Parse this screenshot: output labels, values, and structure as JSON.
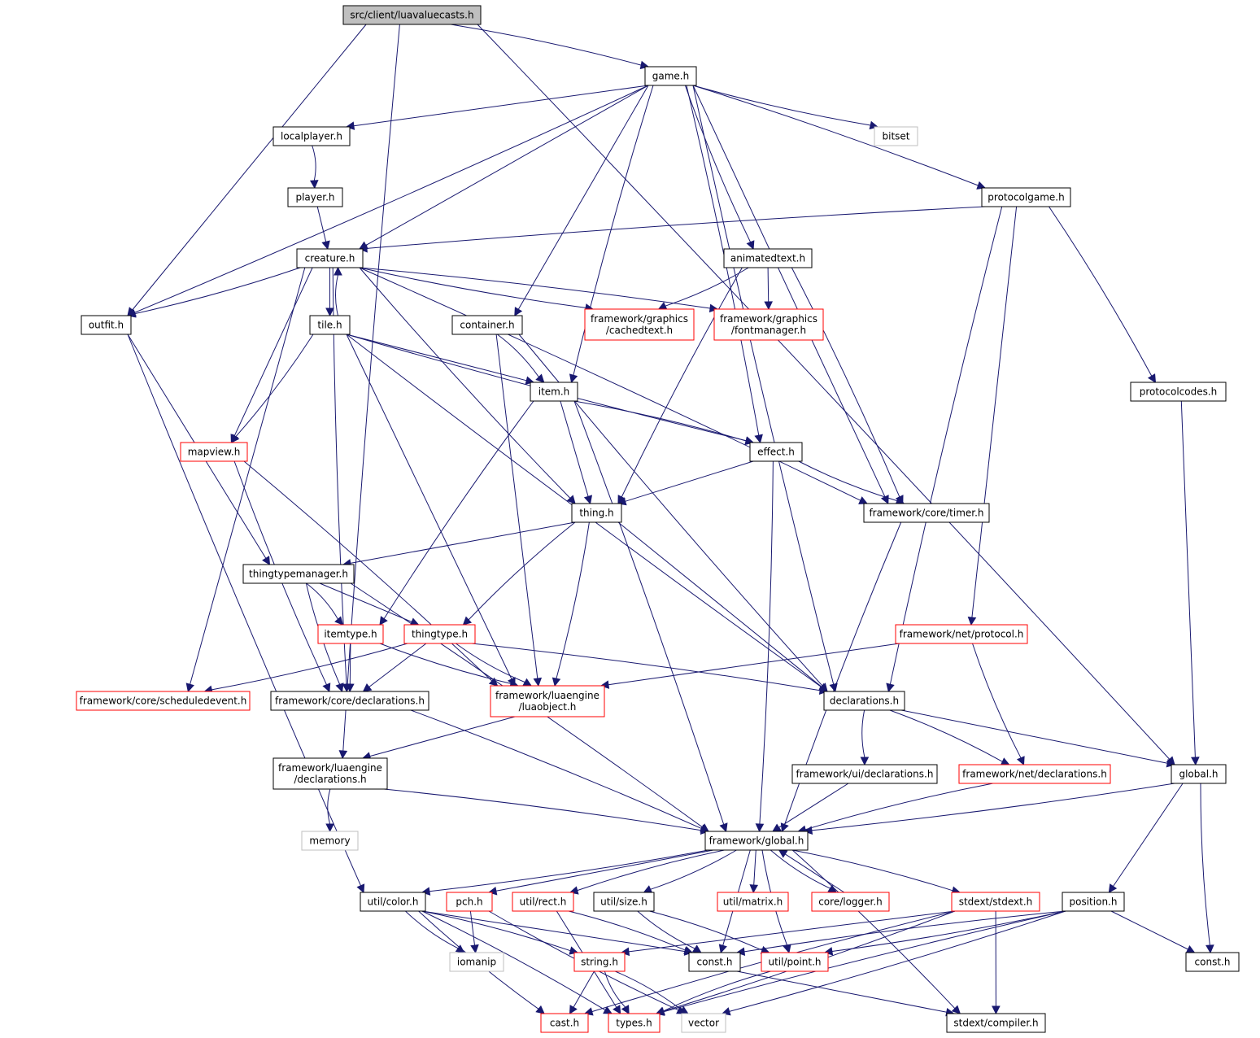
{
  "colors": {
    "edge": "#191970",
    "node_border_normal": "#000000",
    "node_border_truncated": "#ff0000",
    "node_border_system": "#bfbfbf",
    "node_fill_root": "#bfbfbf",
    "node_fill": "#ffffff",
    "system_text": "#000000"
  },
  "nodes": [
    {
      "id": "luavaluecasts",
      "label": [
        "src/client/luavaluecasts.h"
      ],
      "kind": "root"
    },
    {
      "id": "game",
      "label": [
        "game.h"
      ],
      "kind": "normal"
    },
    {
      "id": "localplayer",
      "label": [
        "localplayer.h"
      ],
      "kind": "normal"
    },
    {
      "id": "bitset",
      "label": [
        "bitset"
      ],
      "kind": "system"
    },
    {
      "id": "player",
      "label": [
        "player.h"
      ],
      "kind": "normal"
    },
    {
      "id": "protocolgame",
      "label": [
        "protocolgame.h"
      ],
      "kind": "normal"
    },
    {
      "id": "creature",
      "label": [
        "creature.h"
      ],
      "kind": "normal"
    },
    {
      "id": "animatedtext",
      "label": [
        "animatedtext.h"
      ],
      "kind": "normal"
    },
    {
      "id": "outfit",
      "label": [
        "outfit.h"
      ],
      "kind": "normal"
    },
    {
      "id": "tile",
      "label": [
        "tile.h"
      ],
      "kind": "normal"
    },
    {
      "id": "container",
      "label": [
        "container.h"
      ],
      "kind": "normal"
    },
    {
      "id": "cachedtext",
      "label": [
        "framework/graphics",
        "/cachedtext.h"
      ],
      "kind": "truncated"
    },
    {
      "id": "fontmanager",
      "label": [
        "framework/graphics",
        "/fontmanager.h"
      ],
      "kind": "truncated"
    },
    {
      "id": "item",
      "label": [
        "item.h"
      ],
      "kind": "normal"
    },
    {
      "id": "protocolcodes",
      "label": [
        "protocolcodes.h"
      ],
      "kind": "normal"
    },
    {
      "id": "mapview",
      "label": [
        "mapview.h"
      ],
      "kind": "truncated"
    },
    {
      "id": "effect",
      "label": [
        "effect.h"
      ],
      "kind": "normal"
    },
    {
      "id": "thing",
      "label": [
        "thing.h"
      ],
      "kind": "normal"
    },
    {
      "id": "timer",
      "label": [
        "framework/core/timer.h"
      ],
      "kind": "normal"
    },
    {
      "id": "thingtypemanager",
      "label": [
        "thingtypemanager.h"
      ],
      "kind": "normal"
    },
    {
      "id": "itemtype",
      "label": [
        "itemtype.h"
      ],
      "kind": "truncated"
    },
    {
      "id": "thingtype",
      "label": [
        "thingtype.h"
      ],
      "kind": "truncated"
    },
    {
      "id": "netprotocol",
      "label": [
        "framework/net/protocol.h"
      ],
      "kind": "truncated"
    },
    {
      "id": "scheduledevent",
      "label": [
        "framework/core/scheduledevent.h"
      ],
      "kind": "truncated"
    },
    {
      "id": "coredecl",
      "label": [
        "framework/core/declarations.h"
      ],
      "kind": "normal"
    },
    {
      "id": "luaobject",
      "label": [
        "framework/luaengine",
        "/luaobject.h"
      ],
      "kind": "truncated"
    },
    {
      "id": "declarations",
      "label": [
        "declarations.h"
      ],
      "kind": "normal"
    },
    {
      "id": "luadecl",
      "label": [
        "framework/luaengine",
        "/declarations.h"
      ],
      "kind": "normal"
    },
    {
      "id": "uidecl",
      "label": [
        "framework/ui/declarations.h"
      ],
      "kind": "normal"
    },
    {
      "id": "netdecl",
      "label": [
        "framework/net/declarations.h"
      ],
      "kind": "truncated"
    },
    {
      "id": "global",
      "label": [
        "global.h"
      ],
      "kind": "normal"
    },
    {
      "id": "memory",
      "label": [
        "memory"
      ],
      "kind": "system"
    },
    {
      "id": "fwglobal",
      "label": [
        "framework/global.h"
      ],
      "kind": "normal"
    },
    {
      "id": "color",
      "label": [
        "util/color.h"
      ],
      "kind": "normal"
    },
    {
      "id": "pch",
      "label": [
        "pch.h"
      ],
      "kind": "truncated"
    },
    {
      "id": "rect",
      "label": [
        "util/rect.h"
      ],
      "kind": "truncated"
    },
    {
      "id": "size",
      "label": [
        "util/size.h"
      ],
      "kind": "normal"
    },
    {
      "id": "matrix",
      "label": [
        "util/matrix.h"
      ],
      "kind": "truncated"
    },
    {
      "id": "logger",
      "label": [
        "core/logger.h"
      ],
      "kind": "truncated"
    },
    {
      "id": "stdext",
      "label": [
        "stdext/stdext.h"
      ],
      "kind": "truncated"
    },
    {
      "id": "position",
      "label": [
        "position.h"
      ],
      "kind": "normal"
    },
    {
      "id": "iomanip",
      "label": [
        "iomanip"
      ],
      "kind": "system"
    },
    {
      "id": "string",
      "label": [
        "string.h"
      ],
      "kind": "truncated"
    },
    {
      "id": "const",
      "label": [
        "const.h"
      ],
      "kind": "normal"
    },
    {
      "id": "point",
      "label": [
        "util/point.h"
      ],
      "kind": "truncated"
    },
    {
      "id": "const2",
      "label": [
        "const.h"
      ],
      "kind": "normal"
    },
    {
      "id": "cast",
      "label": [
        "cast.h"
      ],
      "kind": "truncated"
    },
    {
      "id": "types",
      "label": [
        "types.h"
      ],
      "kind": "truncated"
    },
    {
      "id": "vector",
      "label": [
        "vector"
      ],
      "kind": "system"
    },
    {
      "id": "compiler",
      "label": [
        "stdext/compiler.h"
      ],
      "kind": "normal"
    }
  ],
  "edges": [
    [
      "luavaluecasts",
      "game"
    ],
    [
      "luavaluecasts",
      "outfit"
    ],
    [
      "luavaluecasts",
      "luadecl"
    ],
    [
      "luavaluecasts",
      "global"
    ],
    [
      "game",
      "localplayer"
    ],
    [
      "game",
      "bitset"
    ],
    [
      "game",
      "protocolgame"
    ],
    [
      "game",
      "creature"
    ],
    [
      "game",
      "animatedtext"
    ],
    [
      "game",
      "outfit"
    ],
    [
      "game",
      "container"
    ],
    [
      "game",
      "item"
    ],
    [
      "game",
      "effect"
    ],
    [
      "game",
      "timer"
    ],
    [
      "game",
      "declarations"
    ],
    [
      "localplayer",
      "player"
    ],
    [
      "player",
      "creature"
    ],
    [
      "protocolgame",
      "creature"
    ],
    [
      "protocolgame",
      "protocolcodes"
    ],
    [
      "protocolgame",
      "netprotocol"
    ],
    [
      "protocolgame",
      "declarations"
    ],
    [
      "creature",
      "outfit"
    ],
    [
      "creature",
      "tile"
    ],
    [
      "creature",
      "cachedtext"
    ],
    [
      "creature",
      "fontmanager"
    ],
    [
      "creature",
      "mapview"
    ],
    [
      "creature",
      "thing"
    ],
    [
      "creature",
      "timer"
    ],
    [
      "creature",
      "scheduledevent"
    ],
    [
      "creature",
      "coredecl"
    ],
    [
      "tile",
      "creature"
    ],
    [
      "tile",
      "item"
    ],
    [
      "tile",
      "effect"
    ],
    [
      "tile",
      "mapview"
    ],
    [
      "tile",
      "luaobject"
    ],
    [
      "tile",
      "declarations"
    ],
    [
      "animatedtext",
      "cachedtext"
    ],
    [
      "animatedtext",
      "fontmanager"
    ],
    [
      "animatedtext",
      "thing"
    ],
    [
      "animatedtext",
      "timer"
    ],
    [
      "outfit",
      "thingtypemanager"
    ],
    [
      "outfit",
      "color"
    ],
    [
      "container",
      "item"
    ],
    [
      "container",
      "luaobject"
    ],
    [
      "container",
      "declarations"
    ],
    [
      "item",
      "effect"
    ],
    [
      "item",
      "thing"
    ],
    [
      "item",
      "itemtype"
    ],
    [
      "item",
      "fwglobal"
    ],
    [
      "protocolcodes",
      "global"
    ],
    [
      "mapview",
      "coredecl"
    ],
    [
      "mapview",
      "luaobject"
    ],
    [
      "effect",
      "thing"
    ],
    [
      "effect",
      "timer"
    ],
    [
      "effect",
      "fwglobal"
    ],
    [
      "thing",
      "thingtypemanager"
    ],
    [
      "thing",
      "thingtype"
    ],
    [
      "thing",
      "luaobject"
    ],
    [
      "thing",
      "declarations"
    ],
    [
      "timer",
      "fwglobal"
    ],
    [
      "thingtypemanager",
      "itemtype"
    ],
    [
      "thingtypemanager",
      "thingtype"
    ],
    [
      "thingtypemanager",
      "coredecl"
    ],
    [
      "thingtypemanager",
      "fwglobal"
    ],
    [
      "itemtype",
      "coredecl"
    ],
    [
      "itemtype",
      "luaobject"
    ],
    [
      "thingtype",
      "scheduledevent"
    ],
    [
      "thingtype",
      "coredecl"
    ],
    [
      "thingtype",
      "luaobject"
    ],
    [
      "thingtype",
      "declarations"
    ],
    [
      "netprotocol",
      "luaobject"
    ],
    [
      "netprotocol",
      "netdecl"
    ],
    [
      "coredecl",
      "fwglobal"
    ],
    [
      "luaobject",
      "luadecl"
    ],
    [
      "declarations",
      "uidecl"
    ],
    [
      "declarations",
      "netdecl"
    ],
    [
      "declarations",
      "global"
    ],
    [
      "luadecl",
      "memory"
    ],
    [
      "luadecl",
      "fwglobal"
    ],
    [
      "uidecl",
      "fwglobal"
    ],
    [
      "netdecl",
      "fwglobal"
    ],
    [
      "global",
      "fwglobal"
    ],
    [
      "global",
      "position"
    ],
    [
      "global",
      "const2"
    ],
    [
      "fwglobal",
      "color"
    ],
    [
      "fwglobal",
      "pch"
    ],
    [
      "fwglobal",
      "rect"
    ],
    [
      "fwglobal",
      "size"
    ],
    [
      "fwglobal",
      "matrix"
    ],
    [
      "fwglobal",
      "logger"
    ],
    [
      "fwglobal",
      "stdext"
    ],
    [
      "fwglobal",
      "const"
    ],
    [
      "fwglobal",
      "point"
    ],
    [
      "fwglobal",
      "compiler"
    ],
    [
      "logger",
      "fwglobal"
    ],
    [
      "color",
      "iomanip"
    ],
    [
      "color",
      "string"
    ],
    [
      "color",
      "const"
    ],
    [
      "color",
      "cast"
    ],
    [
      "color",
      "types"
    ],
    [
      "pch",
      "iomanip"
    ],
    [
      "pch",
      "vector"
    ],
    [
      "rect",
      "const"
    ],
    [
      "rect",
      "types"
    ],
    [
      "size",
      "const"
    ],
    [
      "size",
      "point"
    ],
    [
      "stdext",
      "string"
    ],
    [
      "stdext",
      "cast"
    ],
    [
      "stdext",
      "types"
    ],
    [
      "stdext",
      "compiler"
    ],
    [
      "position",
      "const"
    ],
    [
      "position",
      "point"
    ],
    [
      "position",
      "const2"
    ],
    [
      "position",
      "types"
    ],
    [
      "position",
      "vector"
    ],
    [
      "string",
      "cast"
    ],
    [
      "string",
      "types"
    ],
    [
      "string",
      "vector"
    ],
    [
      "const",
      "compiler"
    ],
    [
      "point",
      "types"
    ]
  ]
}
